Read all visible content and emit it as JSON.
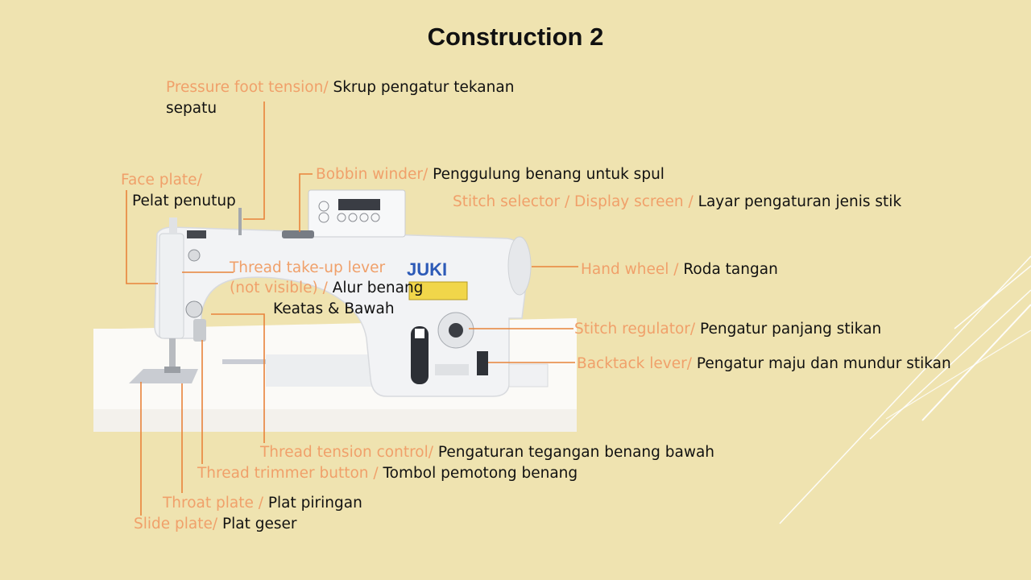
{
  "title": "Construction 2",
  "brand": "JUKI",
  "labels": {
    "pressure_en": "Pressure foot tension/",
    "pressure_id_1": "Skrup pengatur tekanan",
    "pressure_id_2": "sepatu",
    "face_en": "Face plate/",
    "face_id": "Pelat penutup",
    "bobbin_en": "Bobbin winder/",
    "bobbin_id": "Penggulung benang untuk spul",
    "stitchsel_en": "Stitch selector / Display screen /",
    "stitchsel_id": "Layar pengaturan jenis stik",
    "takeup_en_1": "Thread take-up lever",
    "takeup_en_2": "(not visible) /",
    "takeup_id_1": "Alur benang",
    "takeup_id_2": "Keatas & Bawah",
    "hand_en": "Hand wheel /",
    "hand_id": "Roda tangan",
    "stitchreg_en": "Stitch regulator/",
    "stitchreg_id": "Pengatur panjang stikan",
    "backtack_en": "Backtack lever/",
    "backtack_id": "Pengatur maju dan mundur stikan",
    "tension_en": "Thread tension control/",
    "tension_id": "Pengaturan tegangan benang bawah",
    "trimmer_en": "Thread trimmer button /",
    "trimmer_id": "Tombol pemotong benang",
    "throat_en": "Throat plate /",
    "throat_id": "Plat piringan",
    "slide_en": "Slide plate/",
    "slide_id": "Plat geser"
  },
  "colors": {
    "background": "#efe3b0",
    "accent": "#f0a06a",
    "leader": "#e8833a",
    "text": "#111111"
  }
}
